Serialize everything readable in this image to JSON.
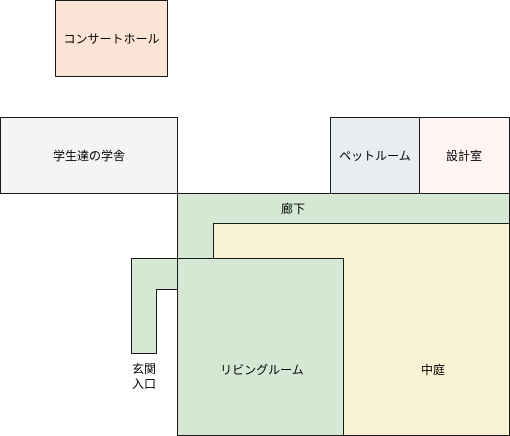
{
  "rooms": {
    "concert_hall": {
      "label": "コンサートホール",
      "fill": "#fbe3d6"
    },
    "student_hall": {
      "label": "学生達の学舎",
      "fill": "#f6f3f5"
    },
    "pet_room": {
      "label": "ペットルーム",
      "fill": "#e8edf2"
    },
    "design_room": {
      "label": "設計室",
      "fill": "#fff5f5"
    },
    "corridor": {
      "label": "廊下",
      "fill": "#d5e8d4"
    },
    "living_room": {
      "label": "リビングルーム",
      "fill": "#d5e8d4"
    },
    "courtyard": {
      "label": "中庭",
      "fill": "#f8f2d3"
    },
    "entrance": {
      "label_line1": "玄関",
      "label_line2": "入口",
      "fill": "#d5e8d4"
    }
  },
  "colors": {
    "stroke": "#1a1a1a"
  }
}
